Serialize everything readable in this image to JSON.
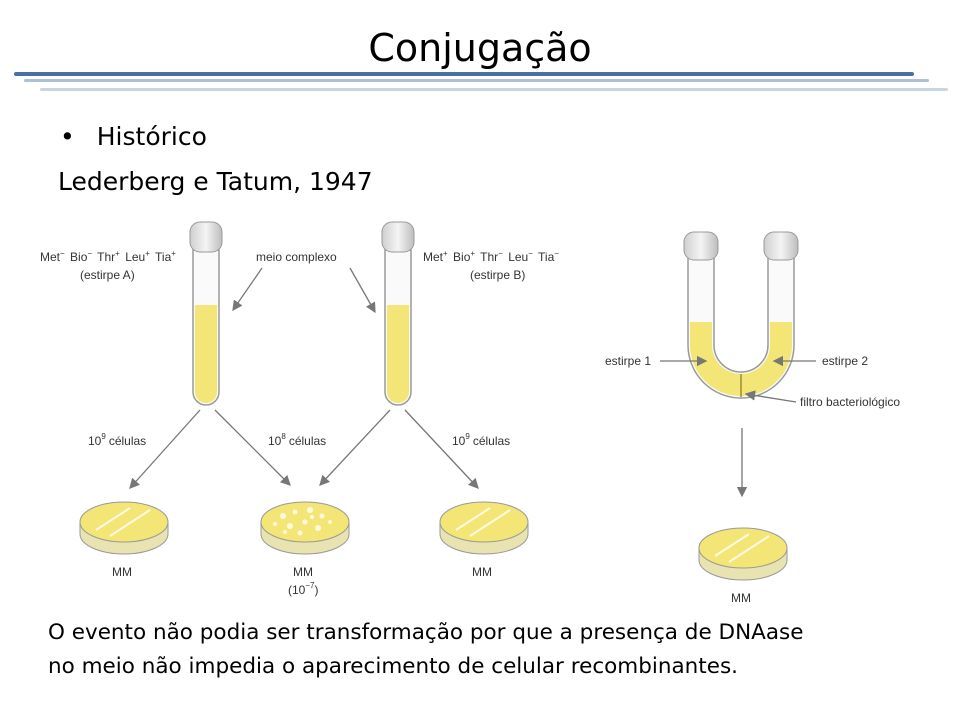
{
  "slide": {
    "title": "Conjugação",
    "bullet": "Histórico",
    "subtitle": "Lederberg e Tatum, 1947",
    "caption_lines": [
      "O evento não podia ser transformação por que a presença de DNAase",
      "no meio não impedia o aparecimento de celular recombinantes."
    ]
  },
  "figure_left": {
    "strain_a": {
      "markers": [
        {
          "name": "Met",
          "sign": "−"
        },
        {
          "name": "Bio",
          "sign": "−"
        },
        {
          "name": "Thr",
          "sign": "+"
        },
        {
          "name": "Leu",
          "sign": "+"
        },
        {
          "name": "Tia",
          "sign": "+"
        }
      ],
      "label": "(estirpe A)"
    },
    "strain_b": {
      "markers": [
        {
          "name": "Met",
          "sign": "+"
        },
        {
          "name": "Bio",
          "sign": "+"
        },
        {
          "name": "Thr",
          "sign": "−"
        },
        {
          "name": "Leu",
          "sign": "−"
        },
        {
          "name": "Tia",
          "sign": "−"
        }
      ],
      "label": "(estirpe B)"
    },
    "medium_label": "meio complexo",
    "cells_label": "células",
    "cells_left_exp": "9",
    "cells_mid_exp": "8",
    "cells_right_exp": "9",
    "plate_label": "MM",
    "mid_freq_exp": "−7"
  },
  "figure_right": {
    "strain1": "estirpe 1",
    "strain2": "estirpe 2",
    "filter": "filtro bacteriológico",
    "plate_label": "MM"
  },
  "colors": {
    "rule_dark": "#4a6fa5",
    "rule_light": "#aebfd6",
    "medium": "#f3e676",
    "tube_outline": "#9a9a9a",
    "arrow": "#777777"
  }
}
